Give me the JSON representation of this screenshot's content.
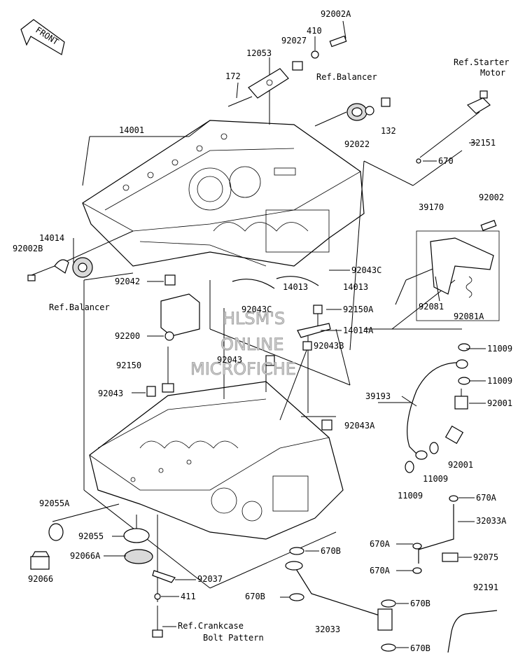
{
  "front_label": "FRONT",
  "watermark": [
    "HLSM'S",
    "ONLINE",
    "MICROFICHE"
  ],
  "parts": {
    "p92002A": "92002A",
    "p410": "410",
    "p92027": "92027",
    "p12053": "12053",
    "p172": "172",
    "refBalancerTop": "Ref.Balancer",
    "refStarter1": "Ref.Starter",
    "refStarter2": "Motor",
    "p132": "132",
    "p92022": "92022",
    "p14001": "14001",
    "p32151": "32151",
    "p670": "670",
    "p39170": "39170",
    "p92002": "92002",
    "p14014": "14014",
    "p92002B": "92002B",
    "refBalancerLeft": "Ref.Balancer",
    "p92043C": "92043C",
    "p92042": "92042",
    "p14013a": "14013",
    "p14013b": "14013",
    "p92081": "92081",
    "p92081A": "92081A",
    "p92043C2": "92043C",
    "p92150A": "92150A",
    "p14014A": "14014A",
    "p92200": "92200",
    "p92043B": "92043B",
    "p11009a": "11009",
    "p92043a": "92043",
    "p92150": "92150",
    "p11009b": "11009",
    "p92043b": "92043",
    "p39193": "39193",
    "p92001a": "92001",
    "p92043A": "92043A",
    "p92001b": "92001",
    "p11009c": "11009",
    "p11009d": "11009",
    "p92055A": "92055A",
    "p670A1": "670A",
    "p32033A": "32033A",
    "p92055": "92055",
    "p670B1": "670B",
    "p670A2": "670A",
    "p92066A": "92066A",
    "p92075": "92075",
    "p670A3": "670A",
    "p92066": "92066",
    "p92037": "92037",
    "p411": "411",
    "p670B2": "670B",
    "p670B3": "670B",
    "p92191": "92191",
    "refCrank1": "Ref.Crankcase",
    "refCrank2": "Bolt Pattern",
    "p32033": "32033",
    "p670B4": "670B"
  }
}
